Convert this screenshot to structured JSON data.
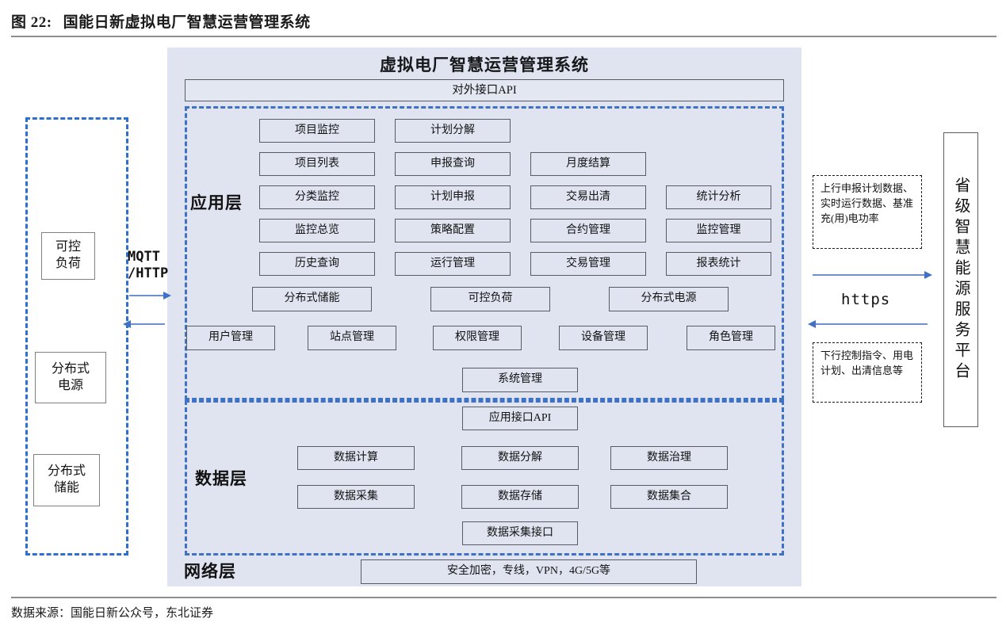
{
  "figure": {
    "number": "图 22:",
    "title": "国能日新虚拟电厂智慧运营管理系统",
    "source": "数据来源：国能日新公众号，东北证券"
  },
  "colors": {
    "panel_bg": "#dfe4f0",
    "dashed_blue": "#3f72c4",
    "node_border": "#575c63",
    "arrow_blue": "#6f8fd0"
  },
  "system": {
    "title": "虚拟电厂智慧运营管理系统",
    "external_api": "对外接口API"
  },
  "left_group": {
    "nodes": [
      {
        "label_line1": "可控",
        "label_line2": "负荷"
      },
      {
        "label_line1": "分布式",
        "label_line2": "电源"
      },
      {
        "label_line1": "分布式",
        "label_line2": "储能"
      }
    ],
    "protocol": "MQTT\n/HTTP"
  },
  "application_layer": {
    "label": "应用层",
    "row1": [
      "项目监控",
      "计划分解"
    ],
    "row2": [
      "项目列表",
      "申报查询",
      "月度结算"
    ],
    "row3": [
      "分类监控",
      "计划申报",
      "交易出清",
      "统计分析"
    ],
    "row4": [
      "监控总览",
      "策略配置",
      "合约管理",
      "监控管理"
    ],
    "row5": [
      "历史查询",
      "运行管理",
      "交易管理",
      "报表统计"
    ],
    "row6": [
      "分布式储能",
      "可控负荷",
      "分布式电源"
    ],
    "row7": [
      "用户管理",
      "站点管理",
      "权限管理",
      "设备管理",
      "角色管理"
    ],
    "row8": [
      "系统管理"
    ]
  },
  "data_layer": {
    "label": "数据层",
    "app_api": "应用接口API",
    "row1": [
      "数据计算",
      "数据分解",
      "数据治理"
    ],
    "row2": [
      "数据采集",
      "数据存储",
      "数据集合"
    ],
    "row3": [
      "数据采集接口"
    ]
  },
  "network_layer": {
    "label": "网络层",
    "content": "安全加密，专线，VPN，4G/5G等"
  },
  "right_side": {
    "uplink_note": "上行申报计划数据、实时运行数据、基准充(用)电功率",
    "downlink_note": "下行控制指令、用电计划、出清信息等",
    "protocol": "https",
    "platform": "省级智慧能源服务平台"
  }
}
